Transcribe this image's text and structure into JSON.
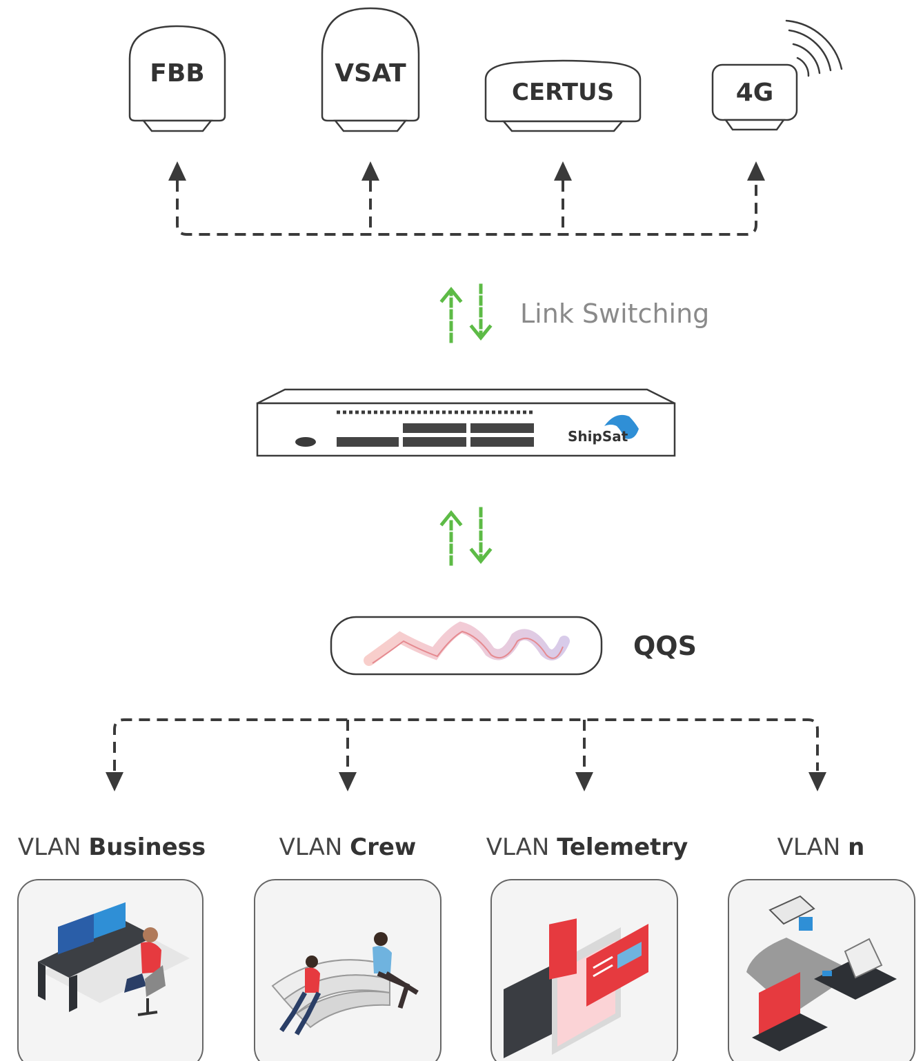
{
  "links": [
    {
      "id": "fbb",
      "label": "FBB"
    },
    {
      "id": "vsat",
      "label": "VSAT"
    },
    {
      "id": "certus",
      "label": "CERTUS"
    },
    {
      "id": "4g",
      "label": "4G"
    }
  ],
  "link_switching": {
    "label": "Link Switching"
  },
  "router": {
    "brand": "ShipSat"
  },
  "qqs": {
    "label": "QQS"
  },
  "vlans": [
    {
      "prefix": "VLAN",
      "name": "Business"
    },
    {
      "prefix": "VLAN",
      "name": "Crew"
    },
    {
      "prefix": "VLAN",
      "name": "Telemetry"
    },
    {
      "prefix": "VLAN",
      "name": "n"
    }
  ],
  "colors": {
    "outline": "#3a3a3a",
    "arrow_green": "#5dbb46",
    "accent_red": "#e63a3f",
    "accent_blue": "#2f8fd6"
  }
}
